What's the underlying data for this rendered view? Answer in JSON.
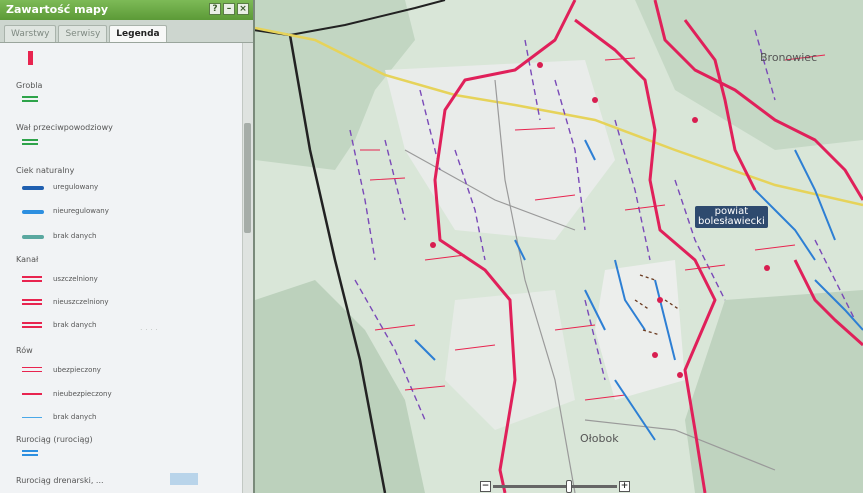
{
  "panel": {
    "title": "Zawartość mapy",
    "window_buttons": [
      "?",
      "–",
      "×"
    ],
    "tabs": [
      {
        "label": "Warstwy",
        "active": false
      },
      {
        "label": "Serwisy",
        "active": false
      },
      {
        "label": "Legenda",
        "active": true
      }
    ]
  },
  "legend": {
    "groble": "Grobla",
    "wal": "Wał przeciwpowodziowy",
    "ciek": {
      "heading": "Ciek naturalny",
      "items": [
        "uregulowany",
        "nieuregulowany",
        "brak danych"
      ]
    },
    "kanal": {
      "heading": "Kanał",
      "items": [
        "uszczelniony",
        "nieuszczelniony",
        "brak danych"
      ]
    },
    "row": {
      "heading": "Rów",
      "items": [
        "ubezpieczony",
        "nieubezpieczony",
        "brak danych"
      ]
    },
    "rurociag": "Rurociąg (rurociąg)",
    "rurociag_drenarski": "Rurociąg drenarski, ...",
    "colors": {
      "red": "#e8244f",
      "green": "#2ea34a",
      "dark_blue": "#1f5fb0",
      "blue": "#2d8fe0",
      "teal": "#5aa8a0",
      "light_blue": "#4aa8e8"
    }
  },
  "map": {
    "labels": {
      "bronowiec": "Bronowiec",
      "olobok": "Ołobok",
      "powiat_line1": "powiat",
      "powiat_line2": "bolesławiecki"
    }
  },
  "zoom": {
    "minus": "−",
    "plus": "+",
    "level": 0.62
  }
}
